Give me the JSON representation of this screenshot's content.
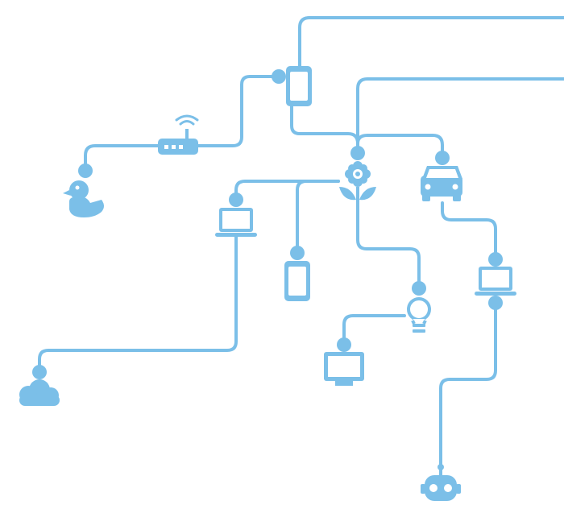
{
  "theme": {
    "line_color": "#7bbfe8",
    "background": "#ffffff"
  },
  "nodes": [
    {
      "id": "phone-top",
      "icon": "smartphone-icon"
    },
    {
      "id": "router",
      "icon": "wifi-router-icon"
    },
    {
      "id": "duck",
      "icon": "rubber-duck-icon"
    },
    {
      "id": "flower",
      "icon": "flower-icon"
    },
    {
      "id": "car",
      "icon": "car-icon"
    },
    {
      "id": "laptop-left",
      "icon": "laptop-icon"
    },
    {
      "id": "phone-mid",
      "icon": "smartphone-icon"
    },
    {
      "id": "laptop-right",
      "icon": "laptop-icon"
    },
    {
      "id": "bulb",
      "icon": "lightbulb-icon"
    },
    {
      "id": "monitor",
      "icon": "monitor-icon"
    },
    {
      "id": "cloud",
      "icon": "cloud-icon"
    },
    {
      "id": "robot",
      "icon": "robot-icon"
    }
  ]
}
